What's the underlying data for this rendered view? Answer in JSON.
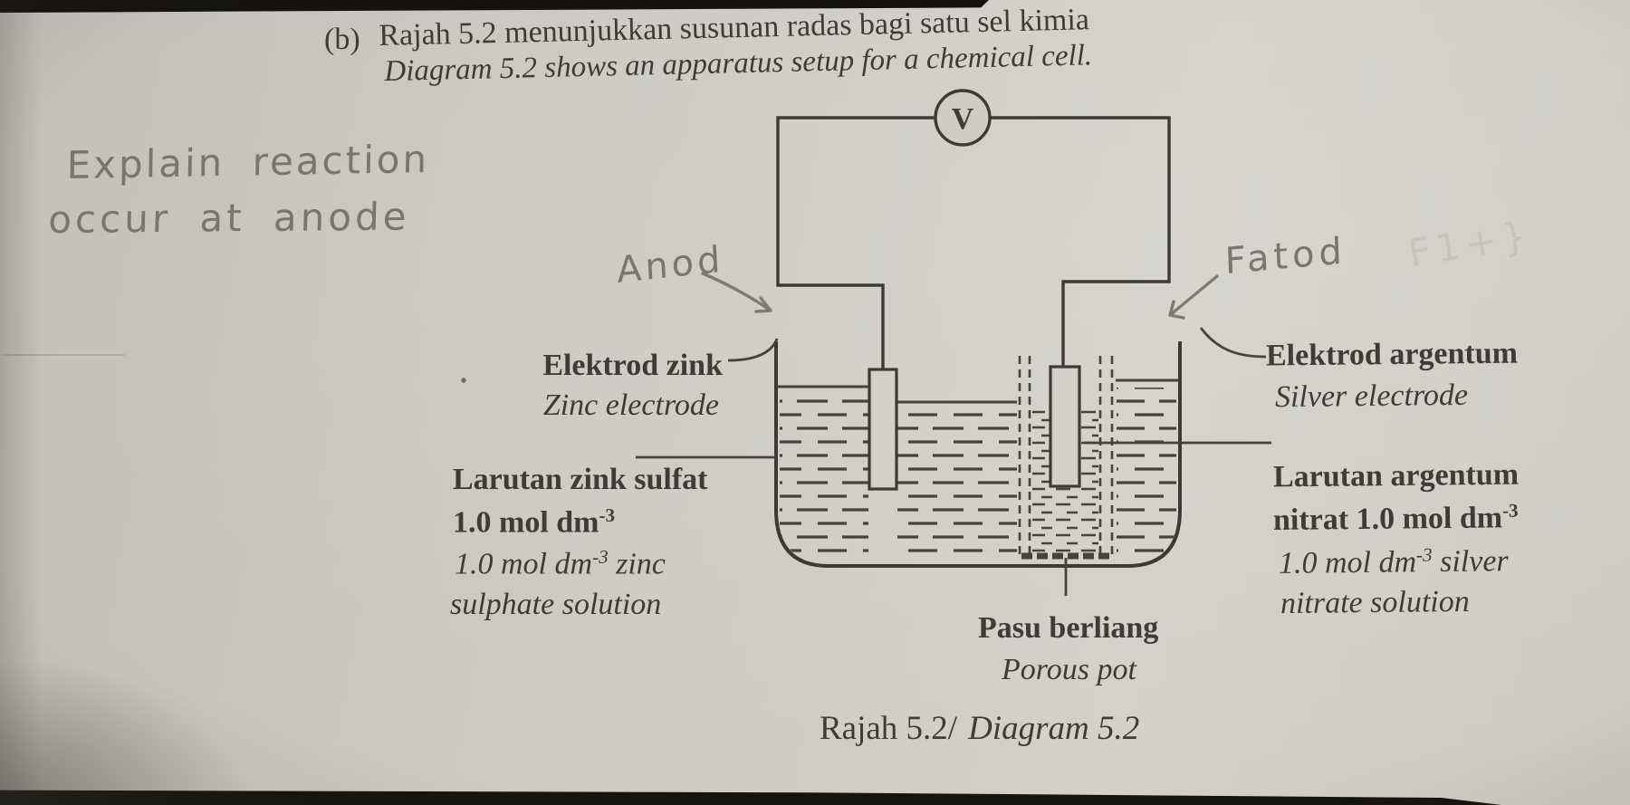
{
  "page": {
    "part_label": "(b)",
    "title_malay": "Rajah 5.2 menunjukkan susunan radas bagi satu sel kimia",
    "title_english": "Diagram 5.2 shows an apparatus setup for a chemical cell.",
    "caption_malay": "Rajah 5.2/",
    "caption_english": "Diagram 5.2"
  },
  "handwriting": {
    "note_line1": "Explain reaction",
    "note_line2": "occur at anode",
    "anode_label": "Anod",
    "cathode_label": "Fatod",
    "faint_scribble": "F1+}"
  },
  "diagram": {
    "voltmeter_label": "V",
    "electrode_left": {
      "malay": "Elektrod zink",
      "english": "Zinc electrode"
    },
    "electrode_right": {
      "malay": "Elektrod argentum",
      "english": "Silver electrode"
    },
    "solution_left": {
      "malay_line1": "Larutan zink sulfat",
      "malay_line2_base": "1.0 mol dm",
      "malay_line2_sup": "-3",
      "english_line1_base": "1.0 mol dm",
      "english_line1_sup": "-3",
      "english_line1_rest": " zinc",
      "english_line2": "sulphate solution"
    },
    "solution_right": {
      "malay_line1": "Larutan argentum",
      "malay_line2_base": "nitrat 1.0 mol dm",
      "malay_line2_sup": "-3",
      "english_line1_base": "1.0 mol dm",
      "english_line1_sup": "-3",
      "english_line1_rest": " silver",
      "english_line2": "nitrate solution"
    },
    "porous_pot": {
      "malay": "Pasu berliang",
      "english": "Porous pot"
    }
  },
  "colors": {
    "paper": "#cdcac3",
    "ink": "#3e3c38",
    "pencil": "#78776f"
  }
}
